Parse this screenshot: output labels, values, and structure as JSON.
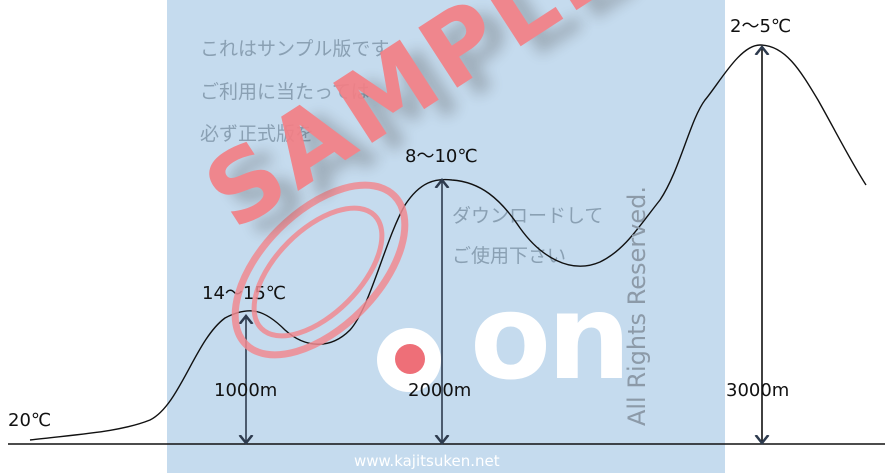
{
  "diagram": {
    "temperatures": {
      "base": "20℃",
      "peak_1000": "14～15℃",
      "peak_2000": "8～10℃",
      "peak_3000": "2～5℃"
    },
    "altitudes": {
      "a1000": "1000m",
      "a2000": "2000m",
      "a3000": "3000m"
    },
    "colors": {
      "line": "#111111",
      "arrow": "#2e3b4e",
      "panel": "#c5dbee"
    }
  },
  "watermark": {
    "line1": "これはサンプル版です",
    "line2": "ご利用に当たっては",
    "line3": "必ず正式版を",
    "download1": "ダウンロードして",
    "download2": "ご使用下さい",
    "sample": "SAMPLE",
    "logo": "on",
    "rights": "All Rights Reserved.",
    "url": "www.kajitsuken.net"
  }
}
